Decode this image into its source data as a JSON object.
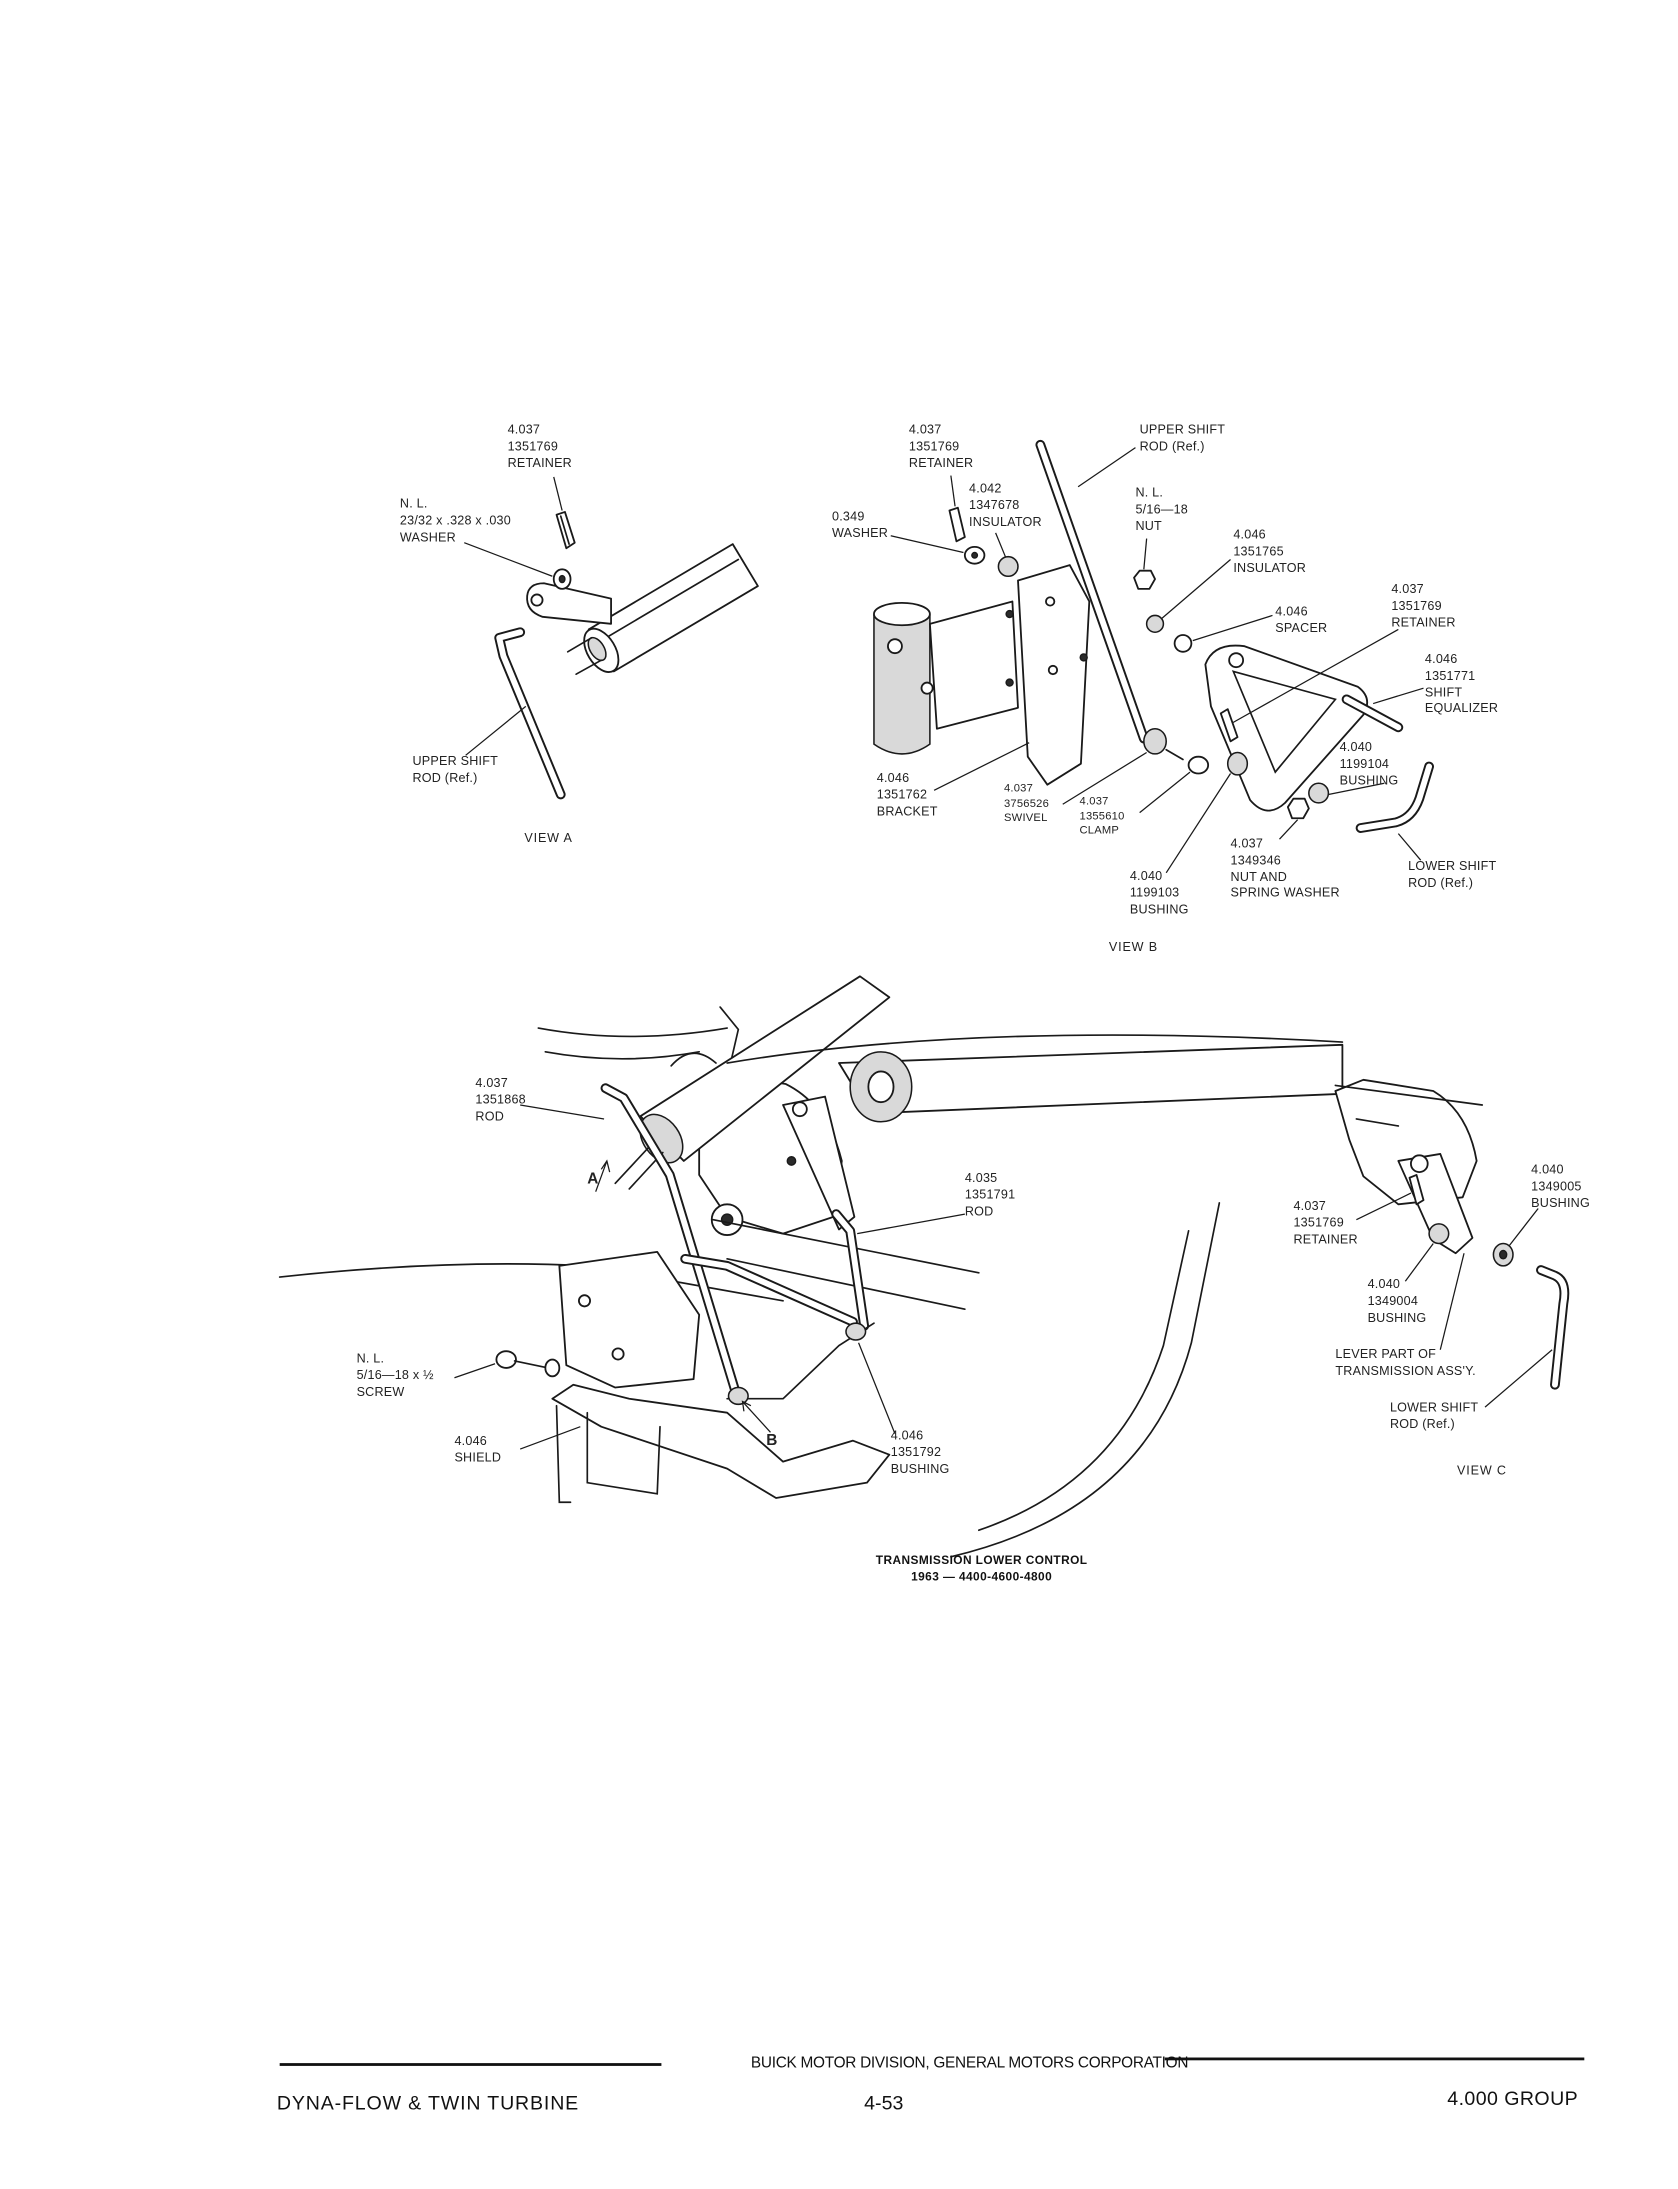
{
  "view_a": {
    "retainer": "4.037\n1351769\nRETAINER",
    "washer": "N. L.\n23/32 x .328 x .030\nWASHER",
    "upper_shift_rod": "UPPER SHIFT\nROD (Ref.)",
    "caption": "VIEW A"
  },
  "view_b": {
    "retainer_top": "4.037\n1351769\nRETAINER",
    "insulator_1347678": "4.042\n1347678\nINSULATOR",
    "washer": "0.349\nWASHER",
    "upper_shift_rod": "UPPER SHIFT\nROD (Ref.)",
    "nut": "N. L.\n5/16—18\nNUT",
    "insulator_1351765": "4.046\n1351765\nINSULATOR",
    "retainer_right": "4.037\n1351769\nRETAINER",
    "spacer": "4.046\nSPACER",
    "shift_equalizer": "4.046\n1351771\nSHIFT\nEQUALIZER",
    "bushing_1199104": "4.040\n1199104\nBUSHING",
    "bracket": "4.046\n1351762\nBRACKET",
    "swivel": "4.037\n3756526\nSWIVEL",
    "clamp": "4.037\n1355610\nCLAMP",
    "nut_spring_washer": "4.037\n1349346\nNUT AND\nSPRING WASHER",
    "lower_shift_rod": "LOWER SHIFT\nROD (Ref.)",
    "bushing_1199103": "4.040\n1199103\nBUSHING",
    "caption": "VIEW B"
  },
  "main": {
    "rod_1351868": "4.037\n1351868\nROD",
    "callout_a": "A",
    "rod_1351791": "4.035\n1351791\nROD",
    "screw": "N. L.\n5/16—18 x ½\nSCREW",
    "shield": "4.046\nSHIELD",
    "callout_b": "B",
    "bushing_1351792": "4.046\n1351792\nBUSHING",
    "title": "TRANSMISSION LOWER CONTROL",
    "subtitle": "1963 — 4400-4600-4800"
  },
  "view_c": {
    "bushing_1349005": "4.040\n1349005\nBUSHING",
    "retainer": "4.037\n1351769\nRETAINER",
    "bushing_1349004": "4.040\n1349004\nBUSHING",
    "lever": "LEVER PART OF\nTRANSMISSION ASS'Y.",
    "lower_shift_rod": "LOWER SHIFT\nROD (Ref.)",
    "caption": "VIEW C"
  },
  "footer": {
    "publisher": "BUICK MOTOR DIVISION, GENERAL MOTORS CORPORATION",
    "section": "DYNA-FLOW & TWIN TURBINE",
    "page_number": "4-53",
    "group": "4.000 GROUP"
  }
}
